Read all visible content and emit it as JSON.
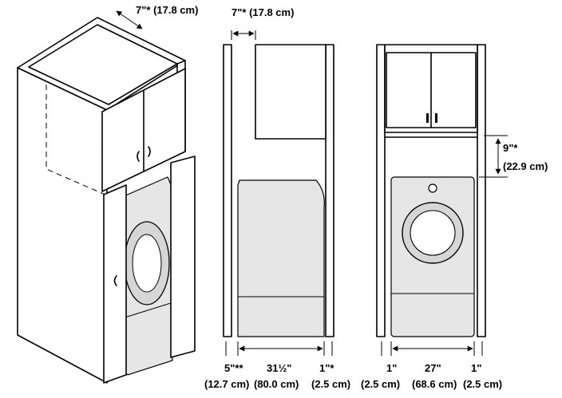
{
  "diagram": {
    "perspective_view": {
      "top_depth": "7\"* (17.8 cm)"
    },
    "side_view": {
      "top_offset": "7\"* (17.8 cm)",
      "bottom": {
        "left_dim": "5\"**",
        "left_dim_cm": "(12.7 cm)",
        "depth_dim": "31½\"",
        "depth_dim_cm": "(80.0 cm)",
        "right_dim": "1\"*",
        "right_dim_cm": "(2.5 cm)"
      }
    },
    "front_view": {
      "height_gap": "9\"*",
      "height_gap_cm": "(22.9 cm)",
      "bottom": {
        "left_dim": "1\"",
        "left_dim_cm": "(2.5 cm)",
        "width_dim": "27\"",
        "width_dim_cm": "(68.6 cm)",
        "right_dim": "1\"",
        "right_dim_cm": "(2.5 cm)"
      }
    }
  }
}
